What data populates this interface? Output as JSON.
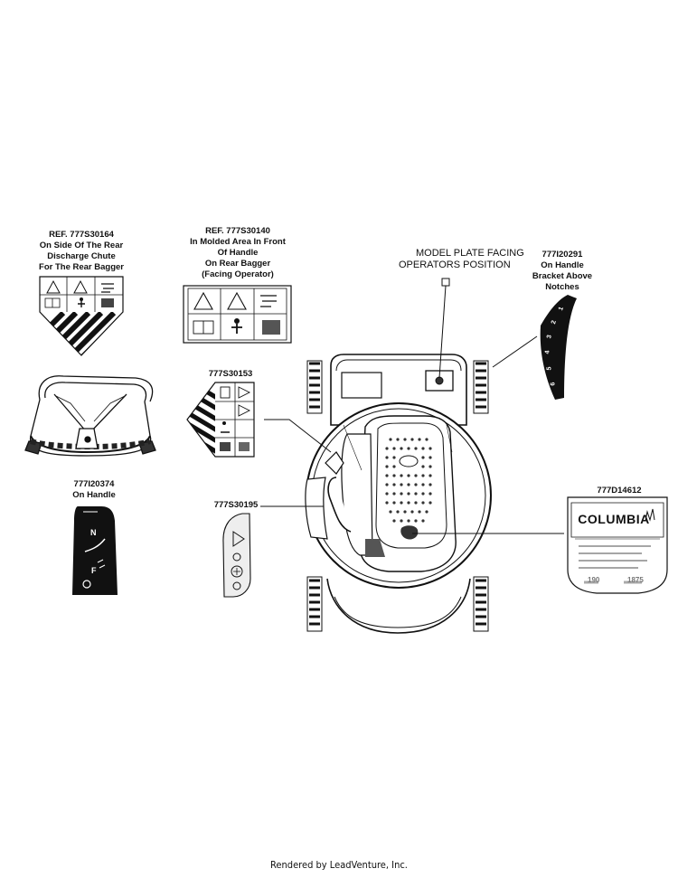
{
  "labels": {
    "ref_777s30164": [
      "REF.  777S30164",
      "On Side Of The Rear",
      "Discharge Chute",
      "For The Rear Bagger"
    ],
    "ref_777s30140": [
      "REF.  777S30140",
      "In Molded Area In Front",
      "Of Handle",
      "On Rear Bagger",
      "(Facing Operator)"
    ],
    "model_plate": [
      "MODEL PLATE FACING",
      "OPERATORS POSITION"
    ],
    "part_777i20291": [
      "777I20291",
      "On Handle",
      "Bracket Above",
      "Notches"
    ],
    "part_777s30153": [
      "777S30153"
    ],
    "part_777i20374": [
      "777I20374",
      "On Handle"
    ],
    "part_777s30195": [
      "777S30195"
    ],
    "part_777d14612": [
      "777D14612"
    ]
  },
  "decals": {
    "columbia_brand": "COLUMBIA",
    "columbia_size": "190",
    "columbia_model": "1875",
    "speed_marks": [
      "1",
      "2",
      "3",
      "4",
      "5",
      "6"
    ],
    "drive_lever_n": "N",
    "drive_lever_f": "F"
  },
  "footer": "Rendered by LeadVenture, Inc."
}
